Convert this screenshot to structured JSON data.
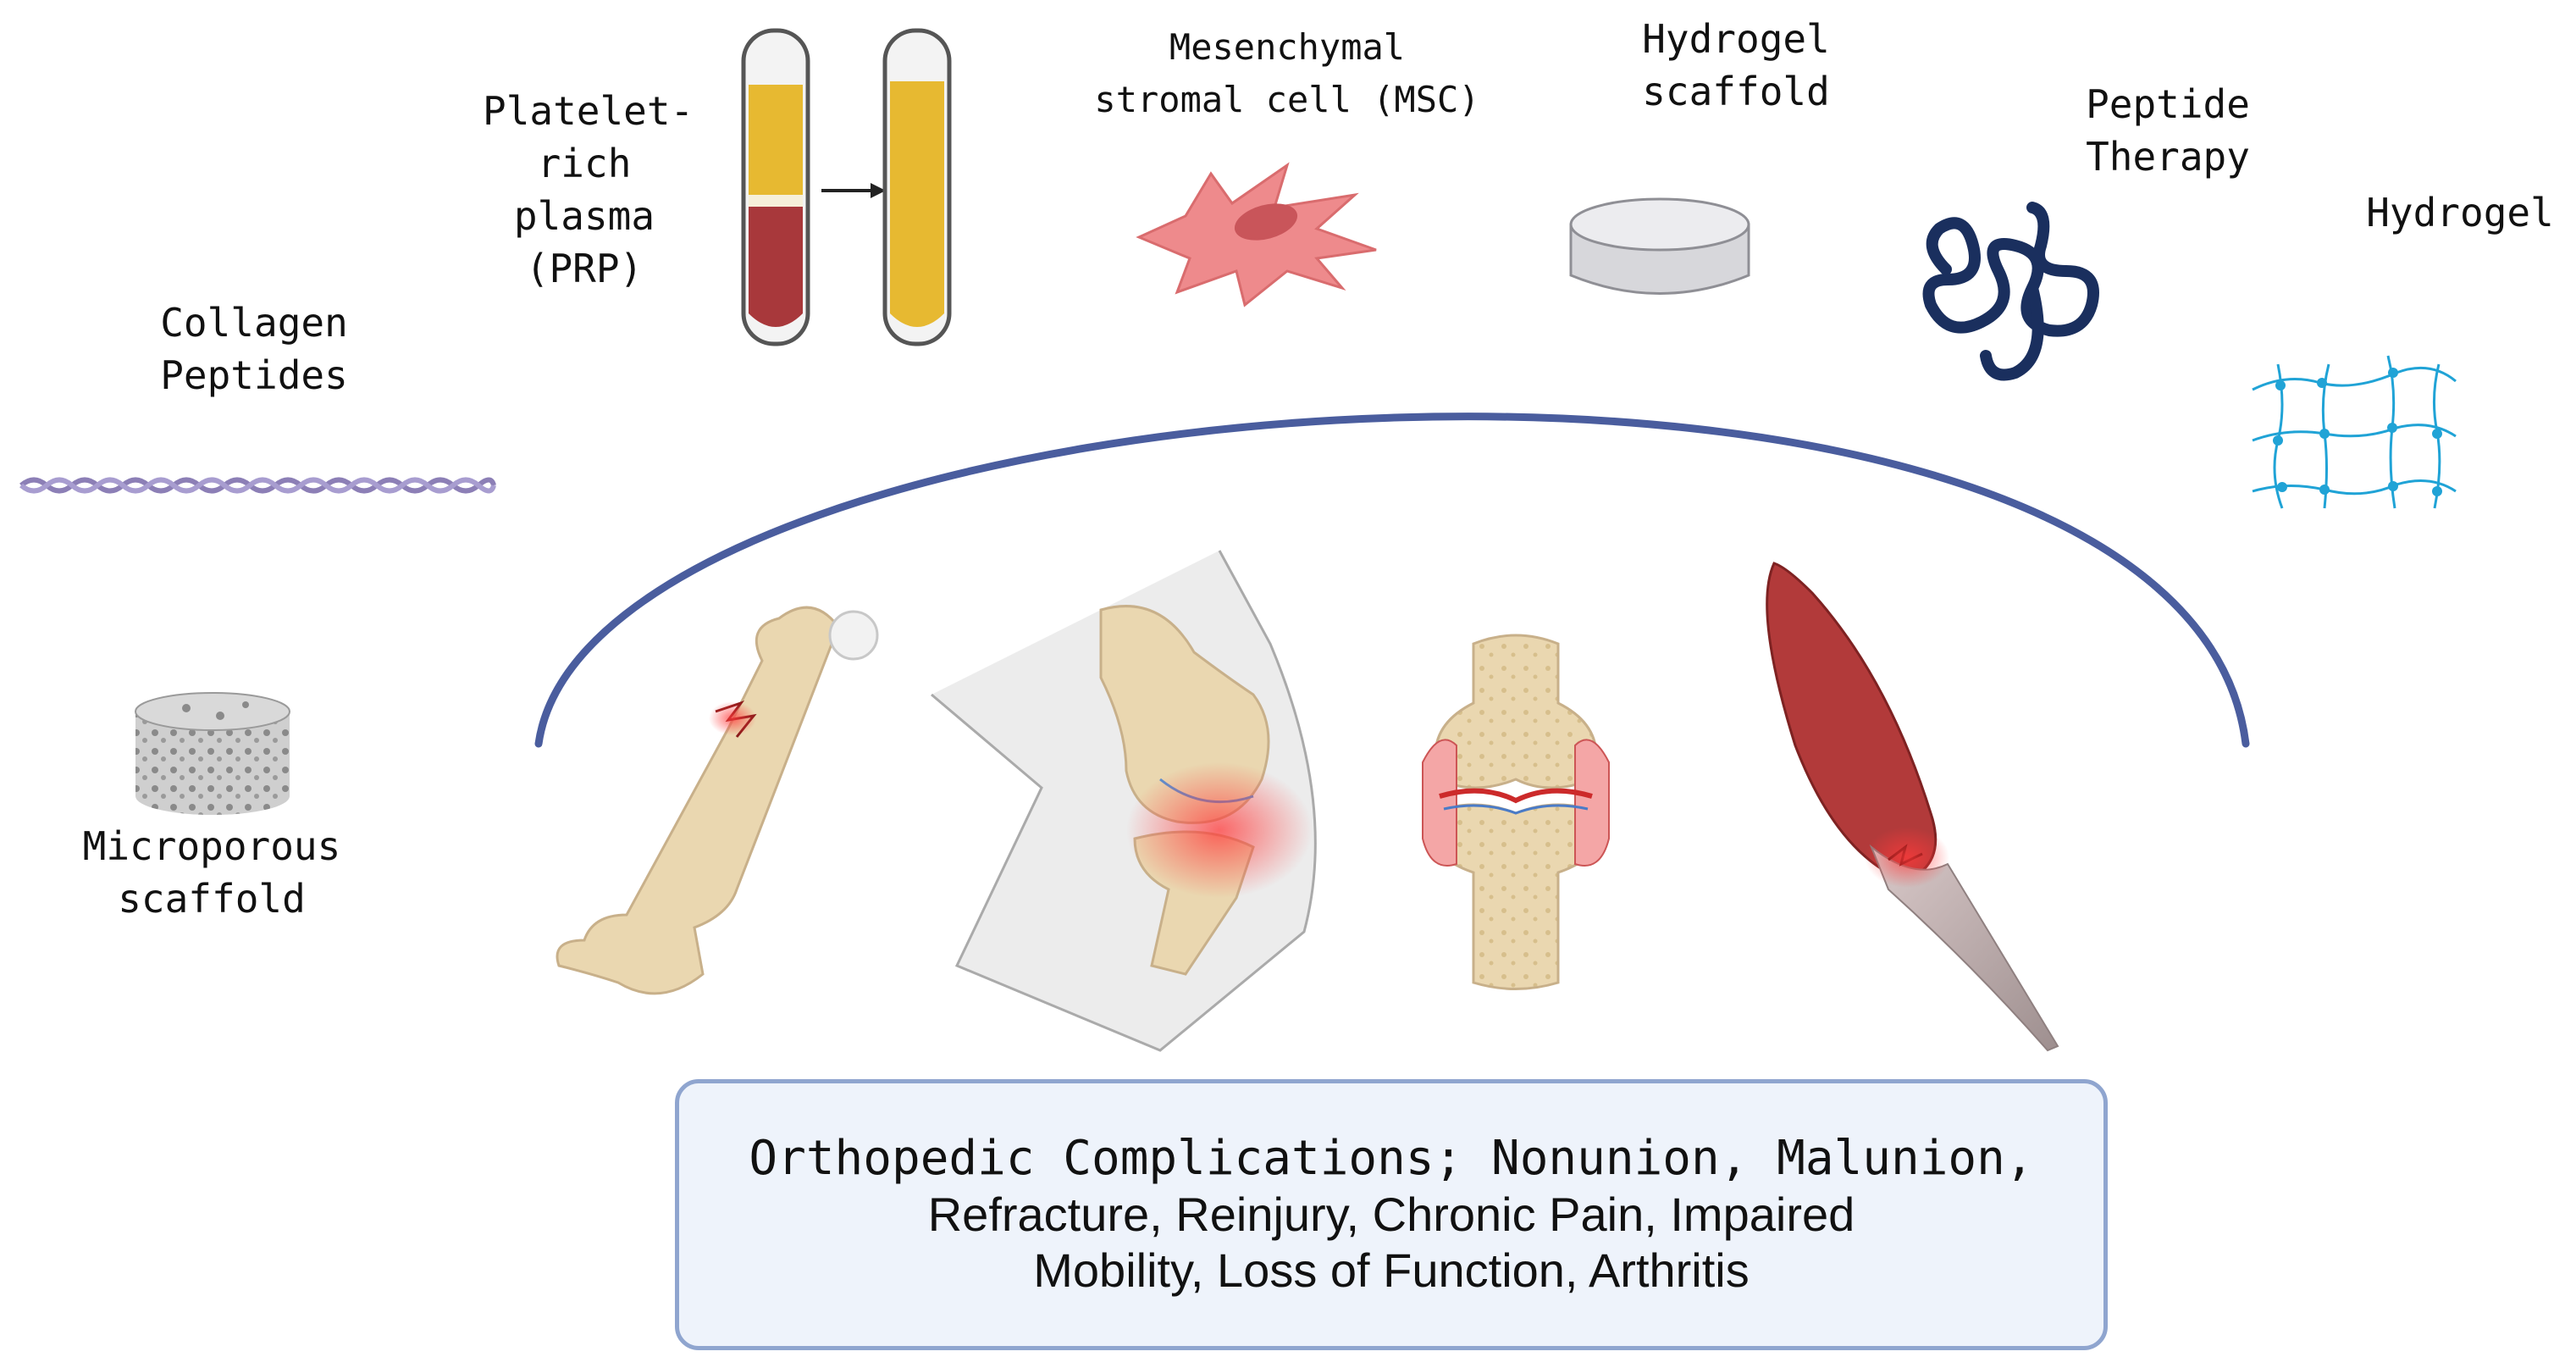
{
  "labels": {
    "collagen": [
      "Collagen",
      "Peptides"
    ],
    "prp": [
      "Platelet-",
      "rich",
      "plasma",
      "(PRP)"
    ],
    "msc": [
      "Mesenchymal",
      "stromal cell (MSC)"
    ],
    "hydrogel_scaffold": [
      "Hydrogel",
      "scaffold"
    ],
    "peptide": [
      "Peptide",
      "Therapy"
    ],
    "hydrogel": [
      "Hydrogel"
    ],
    "microporous": [
      "Microporous",
      "scaffold"
    ]
  },
  "complications": {
    "line1": "Orthopedic Complications; Nonunion, Malunion,",
    "line2": "Refracture, Reinjury, Chronic Pain, Impaired",
    "line3": "Mobility, Loss of Function, Arthritis"
  },
  "colors": {
    "arc": "#4a5d9e",
    "box_border": "#8fa5cf",
    "box_fill": "#eef3fb",
    "plasma": "#e7b931",
    "blood": "#a8383b",
    "msc_cell": "#ee8a8c",
    "peptide_strand": "#1a2f5e",
    "hydrogel_net": "#20a3d6",
    "bone": "#ead7b0",
    "muscle": "#b23a3a"
  }
}
